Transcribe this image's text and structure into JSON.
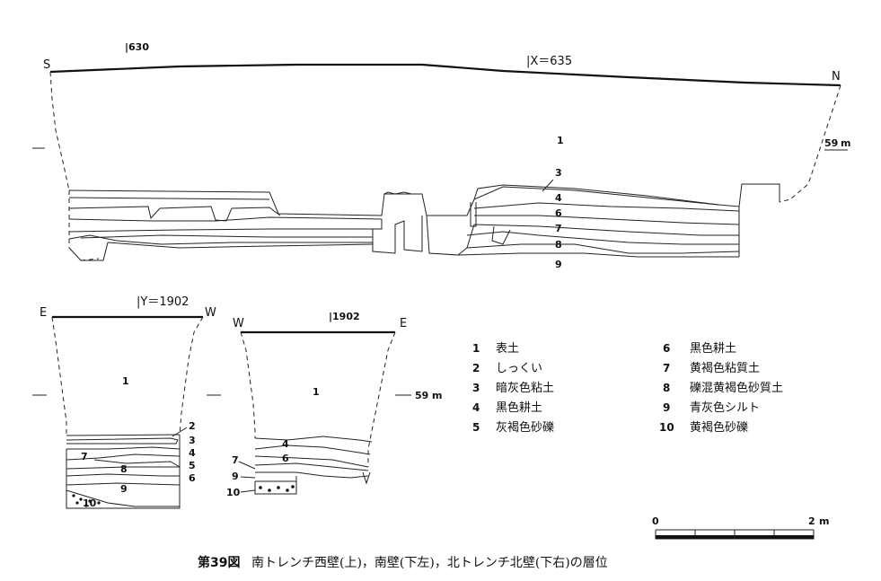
{
  "top_section": {
    "left_dir": "S",
    "right_dir": "N",
    "marker_630": "|630",
    "marker_x": "|X＝635",
    "level": "59",
    "level_unit": "m",
    "layer_labels": [
      "1",
      "3",
      "4",
      "6",
      "7",
      "8",
      "9"
    ]
  },
  "bottom_left": {
    "left_dir": "E",
    "right_dir": "W",
    "marker_y": "|Y＝1902",
    "layer_labels": [
      "1",
      "2",
      "3",
      "4",
      "5",
      "6",
      "7",
      "8",
      "9",
      "10"
    ]
  },
  "bottom_right": {
    "left_dir": "W",
    "right_dir": "E",
    "marker": "|1902",
    "level": "59",
    "level_unit": "m",
    "layer_labels": [
      "1",
      "4",
      "6",
      "7",
      "9",
      "10"
    ]
  },
  "legend": [
    {
      "num": "1",
      "text": "表土"
    },
    {
      "num": "2",
      "text": "しっくい"
    },
    {
      "num": "3",
      "text": "暗灰色粘土"
    },
    {
      "num": "4",
      "text": "黒色耕土"
    },
    {
      "num": "5",
      "text": "灰褐色砂礫"
    },
    {
      "num": "6",
      "text": "黒色耕土"
    },
    {
      "num": "7",
      "text": "黄褐色粘質土"
    },
    {
      "num": "8",
      "text": "礫混黄褐色砂質土"
    },
    {
      "num": "9",
      "text": "青灰色シルト"
    },
    {
      "num": "10",
      "text": "黄褐色砂礫"
    }
  ],
  "scale": {
    "start": "0",
    "end": "2",
    "unit": "m"
  },
  "caption": {
    "figure_no": "第39図",
    "text": "南トレンチ西壁(上)，南壁(下左)，北トレンチ北壁(下右)の層位"
  }
}
